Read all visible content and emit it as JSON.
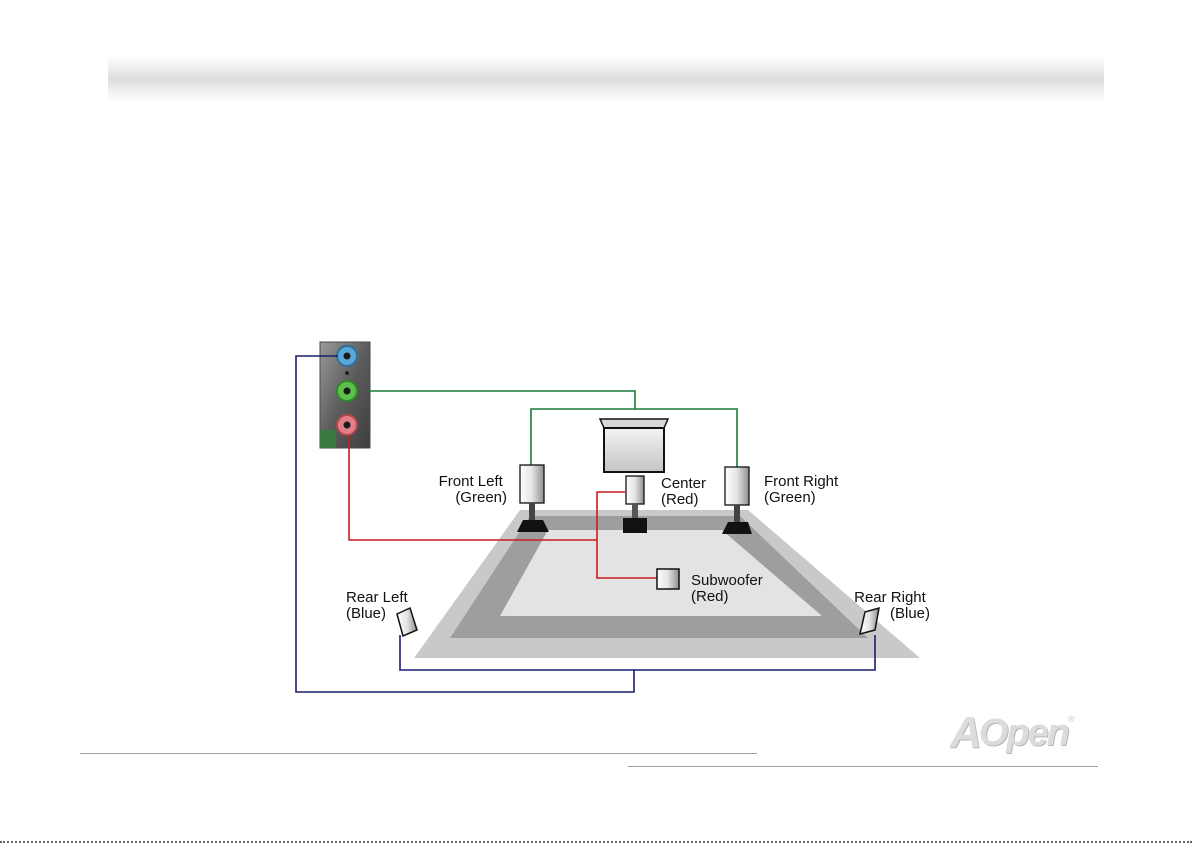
{
  "labels": {
    "front_left": [
      "Front Left",
      "(Green)"
    ],
    "front_right": [
      "Front Right",
      "(Green)"
    ],
    "center": [
      "Center",
      "(Red)"
    ],
    "subwoofer": [
      "Subwoofer",
      "(Red)"
    ],
    "rear_left": [
      "Rear Left",
      "(Blue)"
    ],
    "rear_right": [
      "Rear Right",
      "(Blue)"
    ]
  },
  "logo": {
    "a": "A",
    "rest": "Open",
    "reg": "®"
  },
  "colors": {
    "green": "#1a7a3a",
    "red": "#cc1c1c",
    "blue": "#1c1c6e",
    "jack_blue": "#5aa8d8",
    "jack_green": "#5cc04a",
    "jack_pink": "#e27f86"
  }
}
